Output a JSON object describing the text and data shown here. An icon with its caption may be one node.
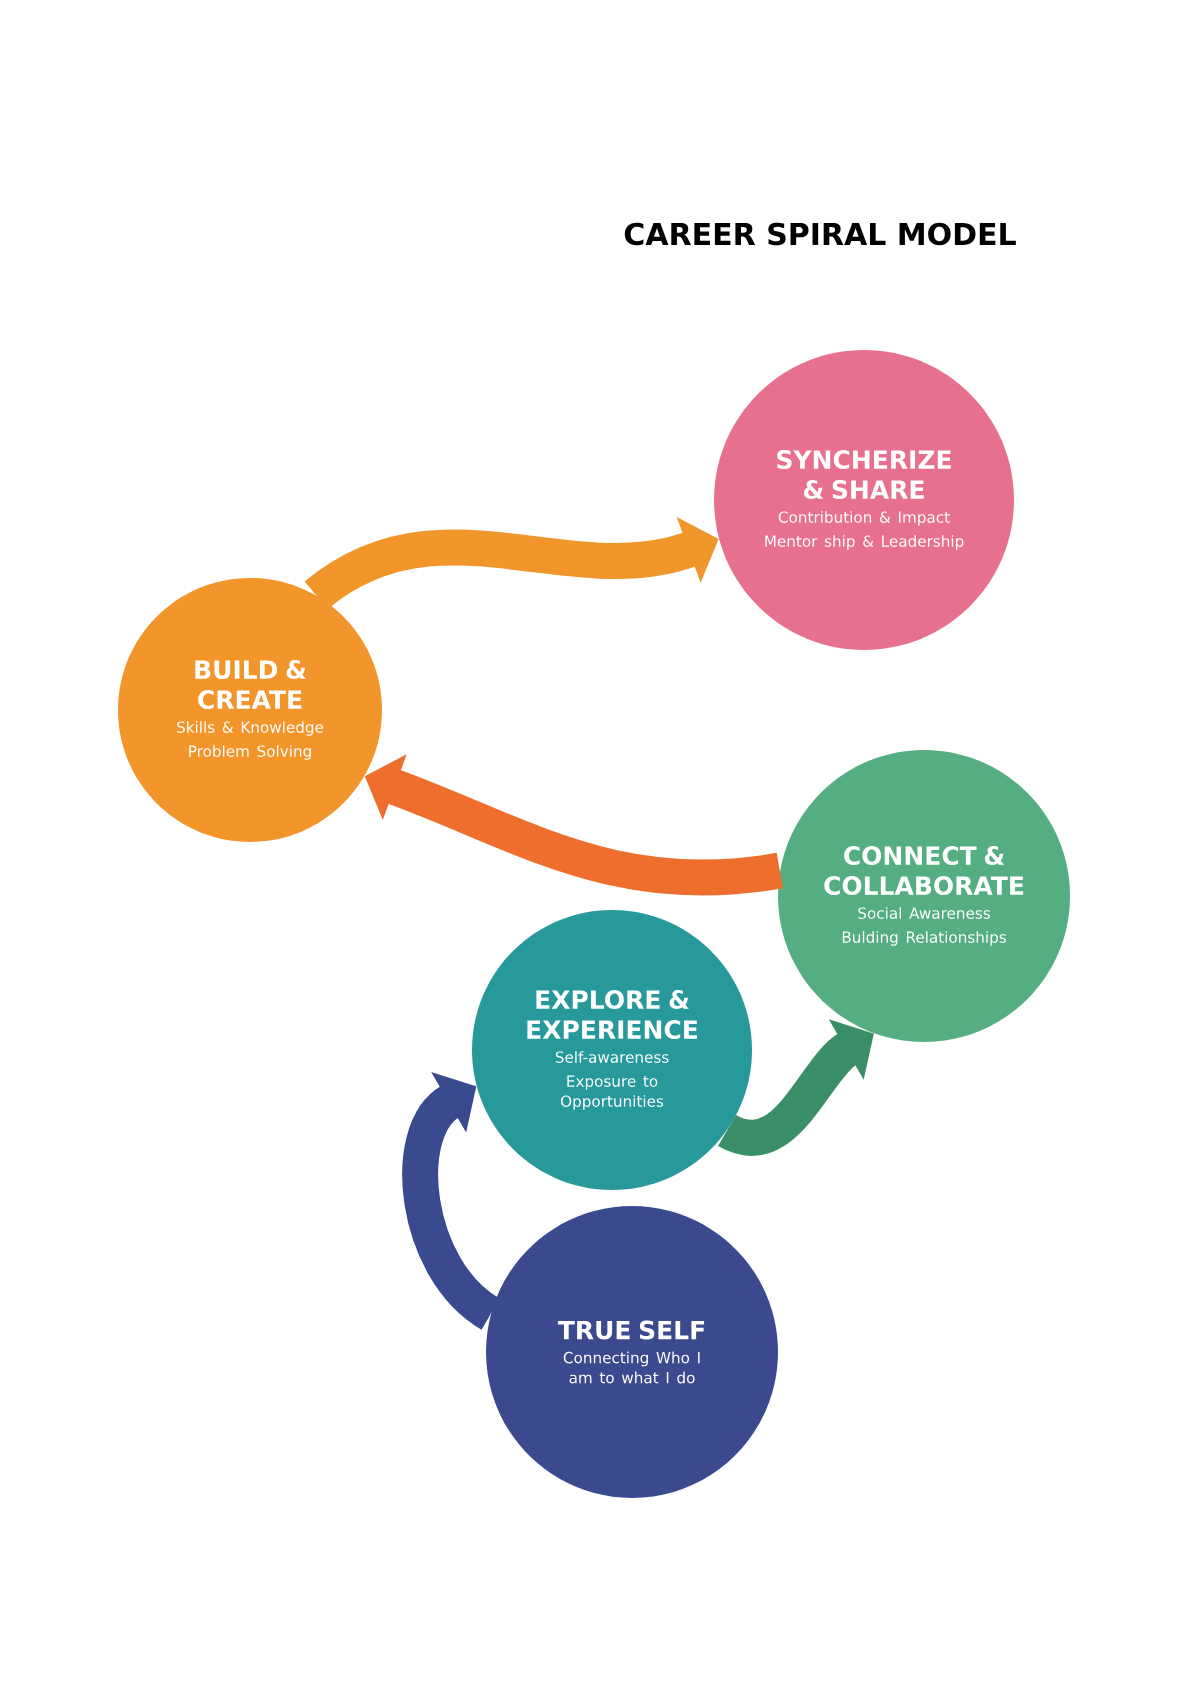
{
  "diagram": {
    "title": "CAREER SPIRAL MODEL",
    "nodes": [
      {
        "text": [
          "SYNCHERIZE & SHARE",
          "Contribution & Impact",
          "Mentor ship & Leadership"
        ]
      },
      {
        "text": [
          "BUILD & CREATE",
          "Skills & Knowledge",
          "Problem Solving"
        ]
      },
      {
        "text": [
          "CONNECT & COLLABORATE",
          "Social Awareness",
          "Bulding Relationships"
        ]
      },
      {
        "text": [
          "EXPLORE & EXPERIENCE",
          "Self-awareness",
          "Exposure to Opportunities"
        ]
      },
      {
        "text": [
          "TRUE SELF",
          "Connecting Who I am to what I do"
        ]
      }
    ],
    "edges": [
      {
        "from": 4,
        "to": 3,
        "arrow": "to",
        "color": "#3a4a8f"
      },
      {
        "from": 3,
        "to": 2,
        "arrow": "to",
        "color": "#3a8f68"
      },
      {
        "from": 2,
        "to": 1,
        "arrow": "to",
        "color": "#ee6f2d"
      },
      {
        "from": 1,
        "to": 0,
        "arrow": "to",
        "color": "#f0962a"
      }
    ]
  }
}
